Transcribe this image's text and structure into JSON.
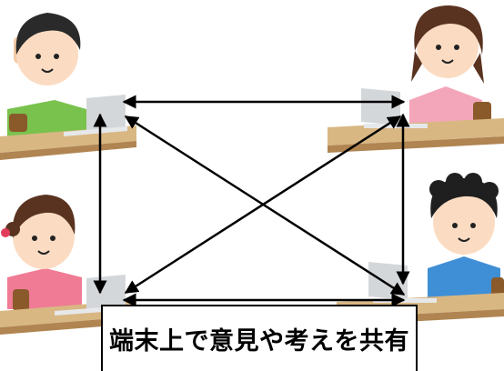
{
  "caption": "端末上で意見や考えを共有",
  "colors": {
    "skin": "#fbdcc2",
    "hair_boy": "#2a2a2a",
    "hair_girl": "#5a3320",
    "shirt_top_left": "#79c24d",
    "shirt_top_right": "#f3a6ba",
    "shirt_bottom_left": "#f07b95",
    "shirt_bottom_right": "#3f8fd6",
    "desk_top": "#d9b783",
    "desk_front": "#b08552",
    "laptop": "#d4d7da",
    "arrow": "#000000"
  },
  "participants": [
    {
      "role": "student",
      "shirt": "green",
      "icon": "boy-with-laptop"
    },
    {
      "role": "student",
      "shirt": "pink",
      "icon": "girl-with-laptop"
    },
    {
      "role": "student",
      "shirt": "pink",
      "icon": "girl-with-laptop"
    },
    {
      "role": "student",
      "shirt": "blue",
      "icon": "boy-with-laptop"
    }
  ]
}
